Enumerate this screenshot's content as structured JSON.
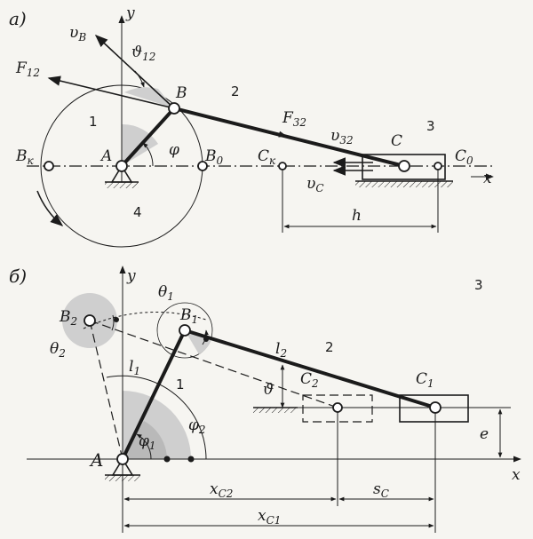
{
  "top": {
    "tag": "а)",
    "labels": {
      "y": "y",
      "x": "x",
      "A": "A",
      "B": "B",
      "C": "C",
      "B0": "B",
      "B0sub": "0",
      "Bk": "B",
      "Bksub": "к",
      "Ck": "C",
      "Cksub": "к",
      "C0": "C",
      "C0sub": "0",
      "F12": "F",
      "F12sub": "12",
      "F32": "F",
      "F32sub": "32",
      "vB": "υ",
      "vBsub": "B",
      "v32": "υ",
      "v32sub": "32",
      "vC": "υ",
      "vCsub": "C",
      "theta12": "ϑ",
      "theta12sub": "12",
      "phi": "φ",
      "h": "h"
    },
    "numbers": {
      "n1": "1",
      "n2": "2",
      "n3": "3",
      "n4": "4"
    }
  },
  "bottom": {
    "tag": "б)",
    "labels": {
      "y": "y",
      "x": "x",
      "A": "A",
      "B1": "B",
      "B1sub": "1",
      "B2": "B",
      "B2sub": "2",
      "C1": "C",
      "C1sub": "1",
      "C2": "C",
      "C2sub": "2",
      "theta1": "θ",
      "theta1sub": "1",
      "theta2": "θ",
      "theta2sub": "2",
      "l1": "l",
      "l1sub": "1",
      "l2": "l",
      "l2sub": "2",
      "phi1": "φ",
      "phi1sub": "1",
      "phi2": "φ",
      "phi2sub": "2",
      "theta": "ϑ",
      "e": "e",
      "xc2": "x",
      "xc2sub": "C2",
      "xc1": "x",
      "xc1sub": "C1",
      "sc": "s",
      "scsub": "C"
    },
    "numbers": {
      "n1": "1",
      "n2": "2",
      "n3": "3"
    }
  }
}
